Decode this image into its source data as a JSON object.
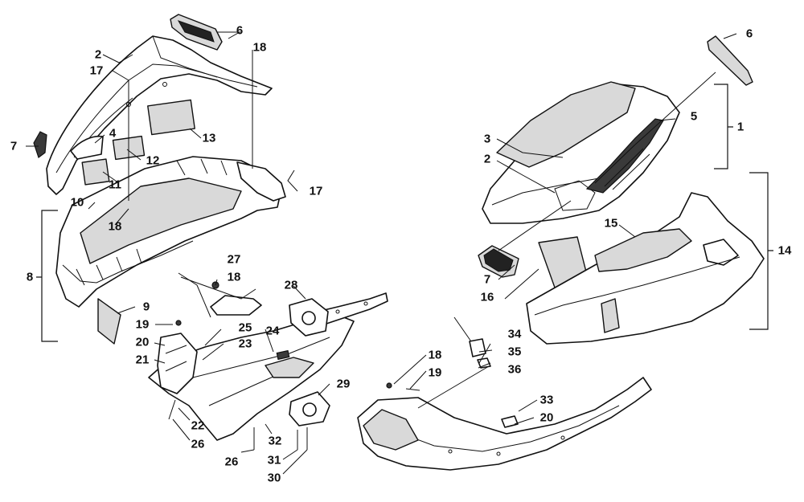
{
  "callouts": {
    "c1": "1",
    "c2a": "2",
    "c2b": "2",
    "c3": "3",
    "c4": "4",
    "c5": "5",
    "c6a": "6",
    "c6b": "6",
    "c7a": "7",
    "c7b": "7",
    "c8": "8",
    "c9": "9",
    "c10": "10",
    "c11": "11",
    "c12": "12",
    "c13": "13",
    "c14": "14",
    "c15": "15",
    "c16": "16",
    "c17a": "17",
    "c17b": "17",
    "c18a": "18",
    "c18b": "18",
    "c18c": "18",
    "c18d": "18",
    "c19a": "19",
    "c19b": "19",
    "c20a": "20",
    "c20b": "20",
    "c21": "21",
    "c22": "22",
    "c23": "23",
    "c24": "24",
    "c25": "25",
    "c26a": "26",
    "c26b": "26",
    "c27": "27",
    "c28": "28",
    "c29": "29",
    "c30": "30",
    "c31": "31",
    "c32": "32",
    "c33": "33",
    "c34": "34",
    "c35": "35",
    "c36": "36"
  },
  "colors": {
    "line": "#111111",
    "background": "#ffffff",
    "shade": "#d9d9d9",
    "dark": "#3a3a3a"
  }
}
